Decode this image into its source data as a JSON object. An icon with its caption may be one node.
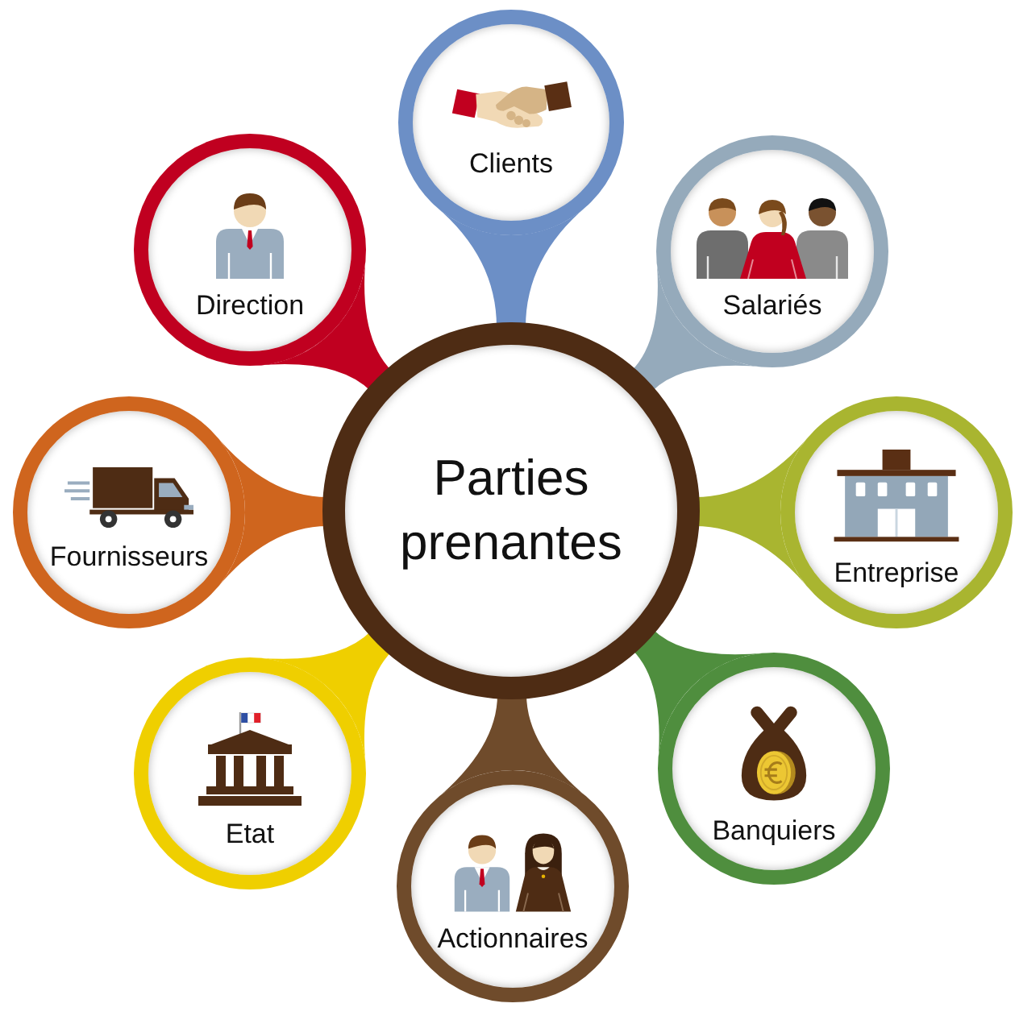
{
  "diagram": {
    "nodes": [
      {
        "text": [
          "Parties prenantes"
        ]
      },
      {
        "text": [
          "Clients"
        ]
      },
      {
        "text": [
          "Salariés"
        ]
      },
      {
        "text": [
          "Entreprise"
        ]
      },
      {
        "text": [
          "Banquiers"
        ]
      },
      {
        "text": [
          "Actionnaires"
        ]
      },
      {
        "text": [
          "Etat"
        ]
      },
      {
        "text": [
          "Fournisseurs"
        ]
      },
      {
        "text": [
          "Direction"
        ]
      }
    ],
    "edges": [
      {
        "from": 1,
        "to": 0,
        "arrow": "none",
        "color": "#6c8fc6"
      },
      {
        "from": 2,
        "to": 0,
        "arrow": "none",
        "color": "#95aabb"
      },
      {
        "from": 3,
        "to": 0,
        "arrow": "none",
        "color": "#a9b530"
      },
      {
        "from": 4,
        "to": 0,
        "arrow": "none",
        "color": "#4f8e3e"
      },
      {
        "from": 5,
        "to": 0,
        "arrow": "none",
        "color": "#6f4b2b"
      },
      {
        "from": 6,
        "to": 0,
        "arrow": "none",
        "color": "#efcf00"
      },
      {
        "from": 7,
        "to": 0,
        "arrow": "none",
        "color": "#cf651e"
      },
      {
        "from": 8,
        "to": 0,
        "arrow": "none",
        "color": "#c00020"
      }
    ]
  }
}
